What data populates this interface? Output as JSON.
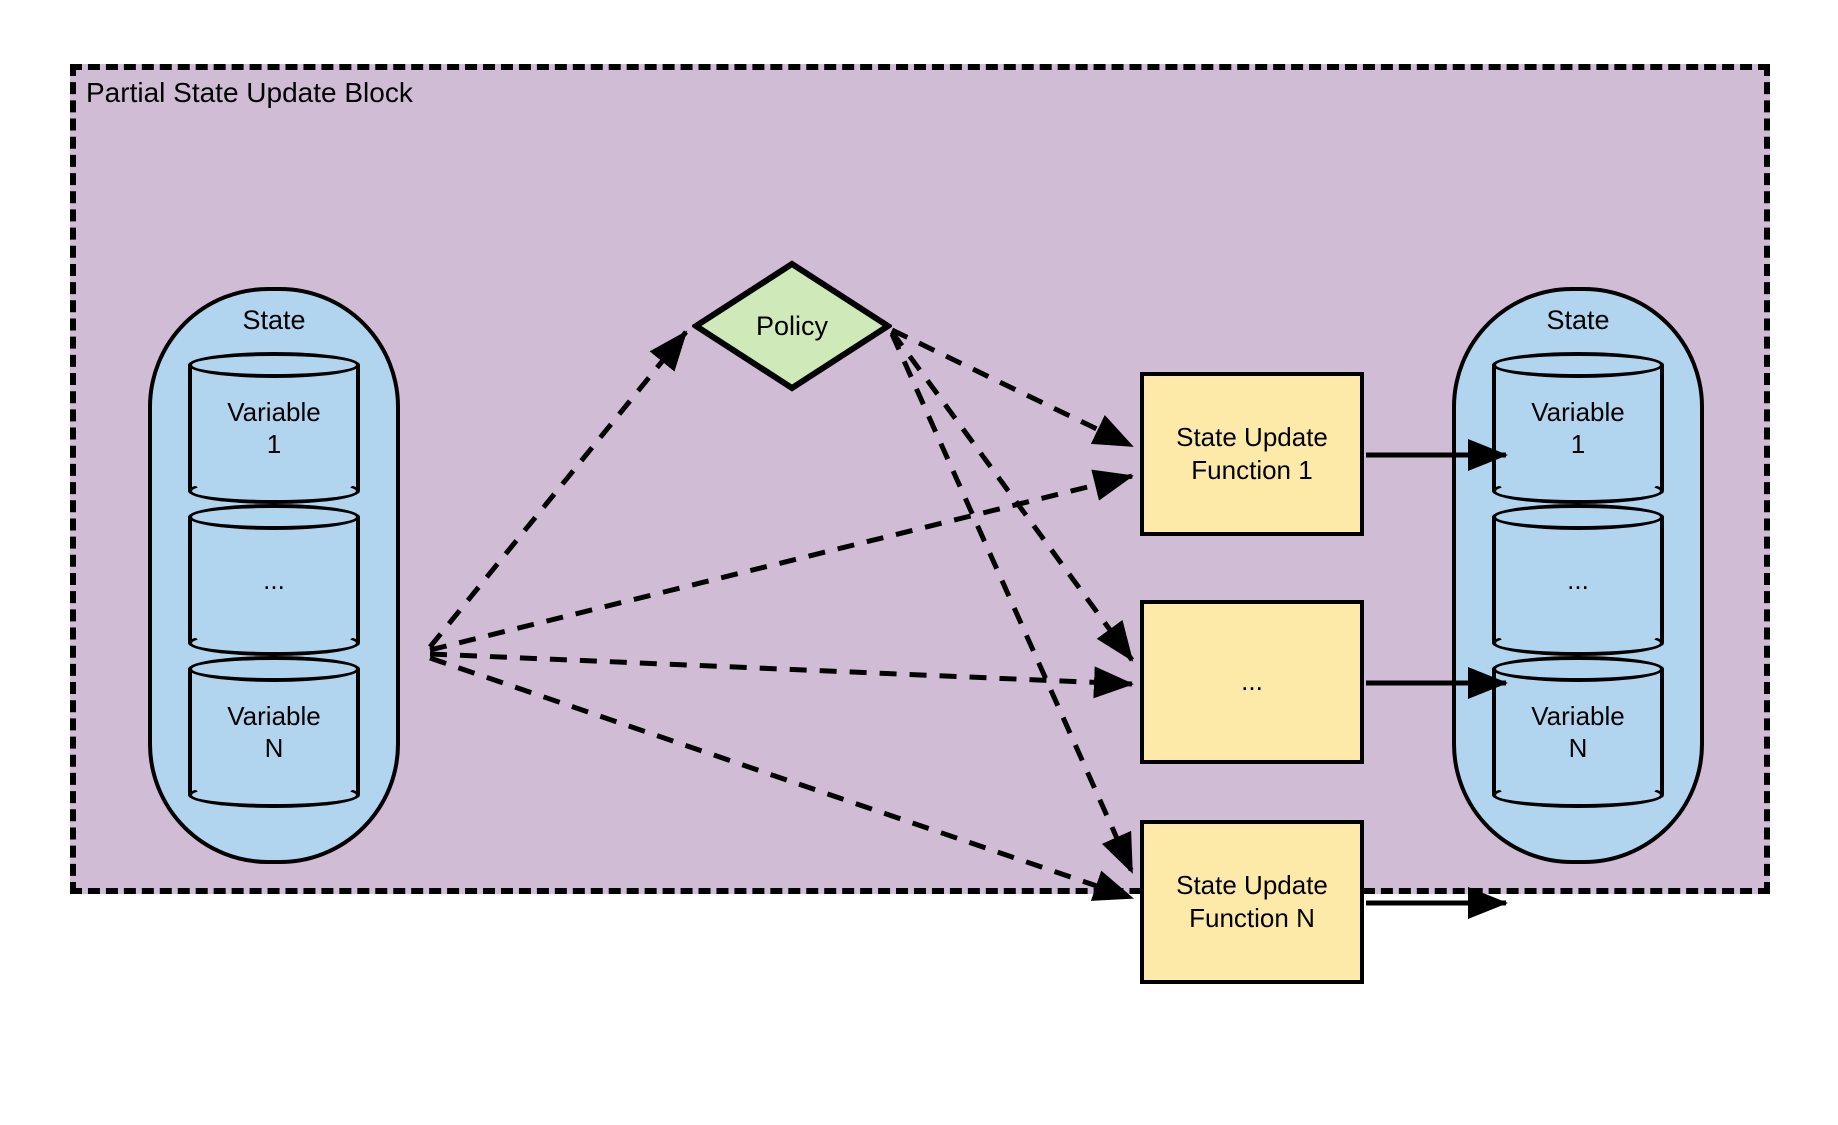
{
  "block": {
    "title": "Partial State Update Block",
    "background_color": "#d1bcd6",
    "border_color": "#000000",
    "border_style": "dashed"
  },
  "state_in": {
    "label": "State",
    "fill_color": "#b2d5ef",
    "variables": [
      {
        "label": "Variable\n1",
        "line1": "Variable",
        "line2": "1"
      },
      {
        "label": "...",
        "line1": "...",
        "line2": ""
      },
      {
        "label": "Variable\nN",
        "line1": "Variable",
        "line2": "N"
      }
    ]
  },
  "state_out": {
    "label": "State",
    "fill_color": "#b2d5ef",
    "variables": [
      {
        "label": "Variable\n1",
        "line1": "Variable",
        "line2": "1"
      },
      {
        "label": "...",
        "line1": "...",
        "line2": ""
      },
      {
        "label": "Variable\nN",
        "line1": "Variable",
        "line2": "N"
      }
    ]
  },
  "policy": {
    "label": "Policy",
    "fill_color": "#cfe9b9",
    "shape": "diamond"
  },
  "functions": [
    {
      "line1": "State Update",
      "line2": "Function 1",
      "fill_color": "#fdeaa8"
    },
    {
      "line1": "...",
      "line2": "",
      "fill_color": "#fdeaa8"
    },
    {
      "line1": "State Update",
      "line2": "Function N",
      "fill_color": "#fdeaa8"
    }
  ],
  "edges": {
    "style_dashed": "dashed",
    "style_solid": "solid",
    "from_state_to_policy": "dashed",
    "from_state_to_functions": "dashed",
    "from_policy_to_functions": "dashed",
    "from_functions_to_state_out": "solid"
  }
}
